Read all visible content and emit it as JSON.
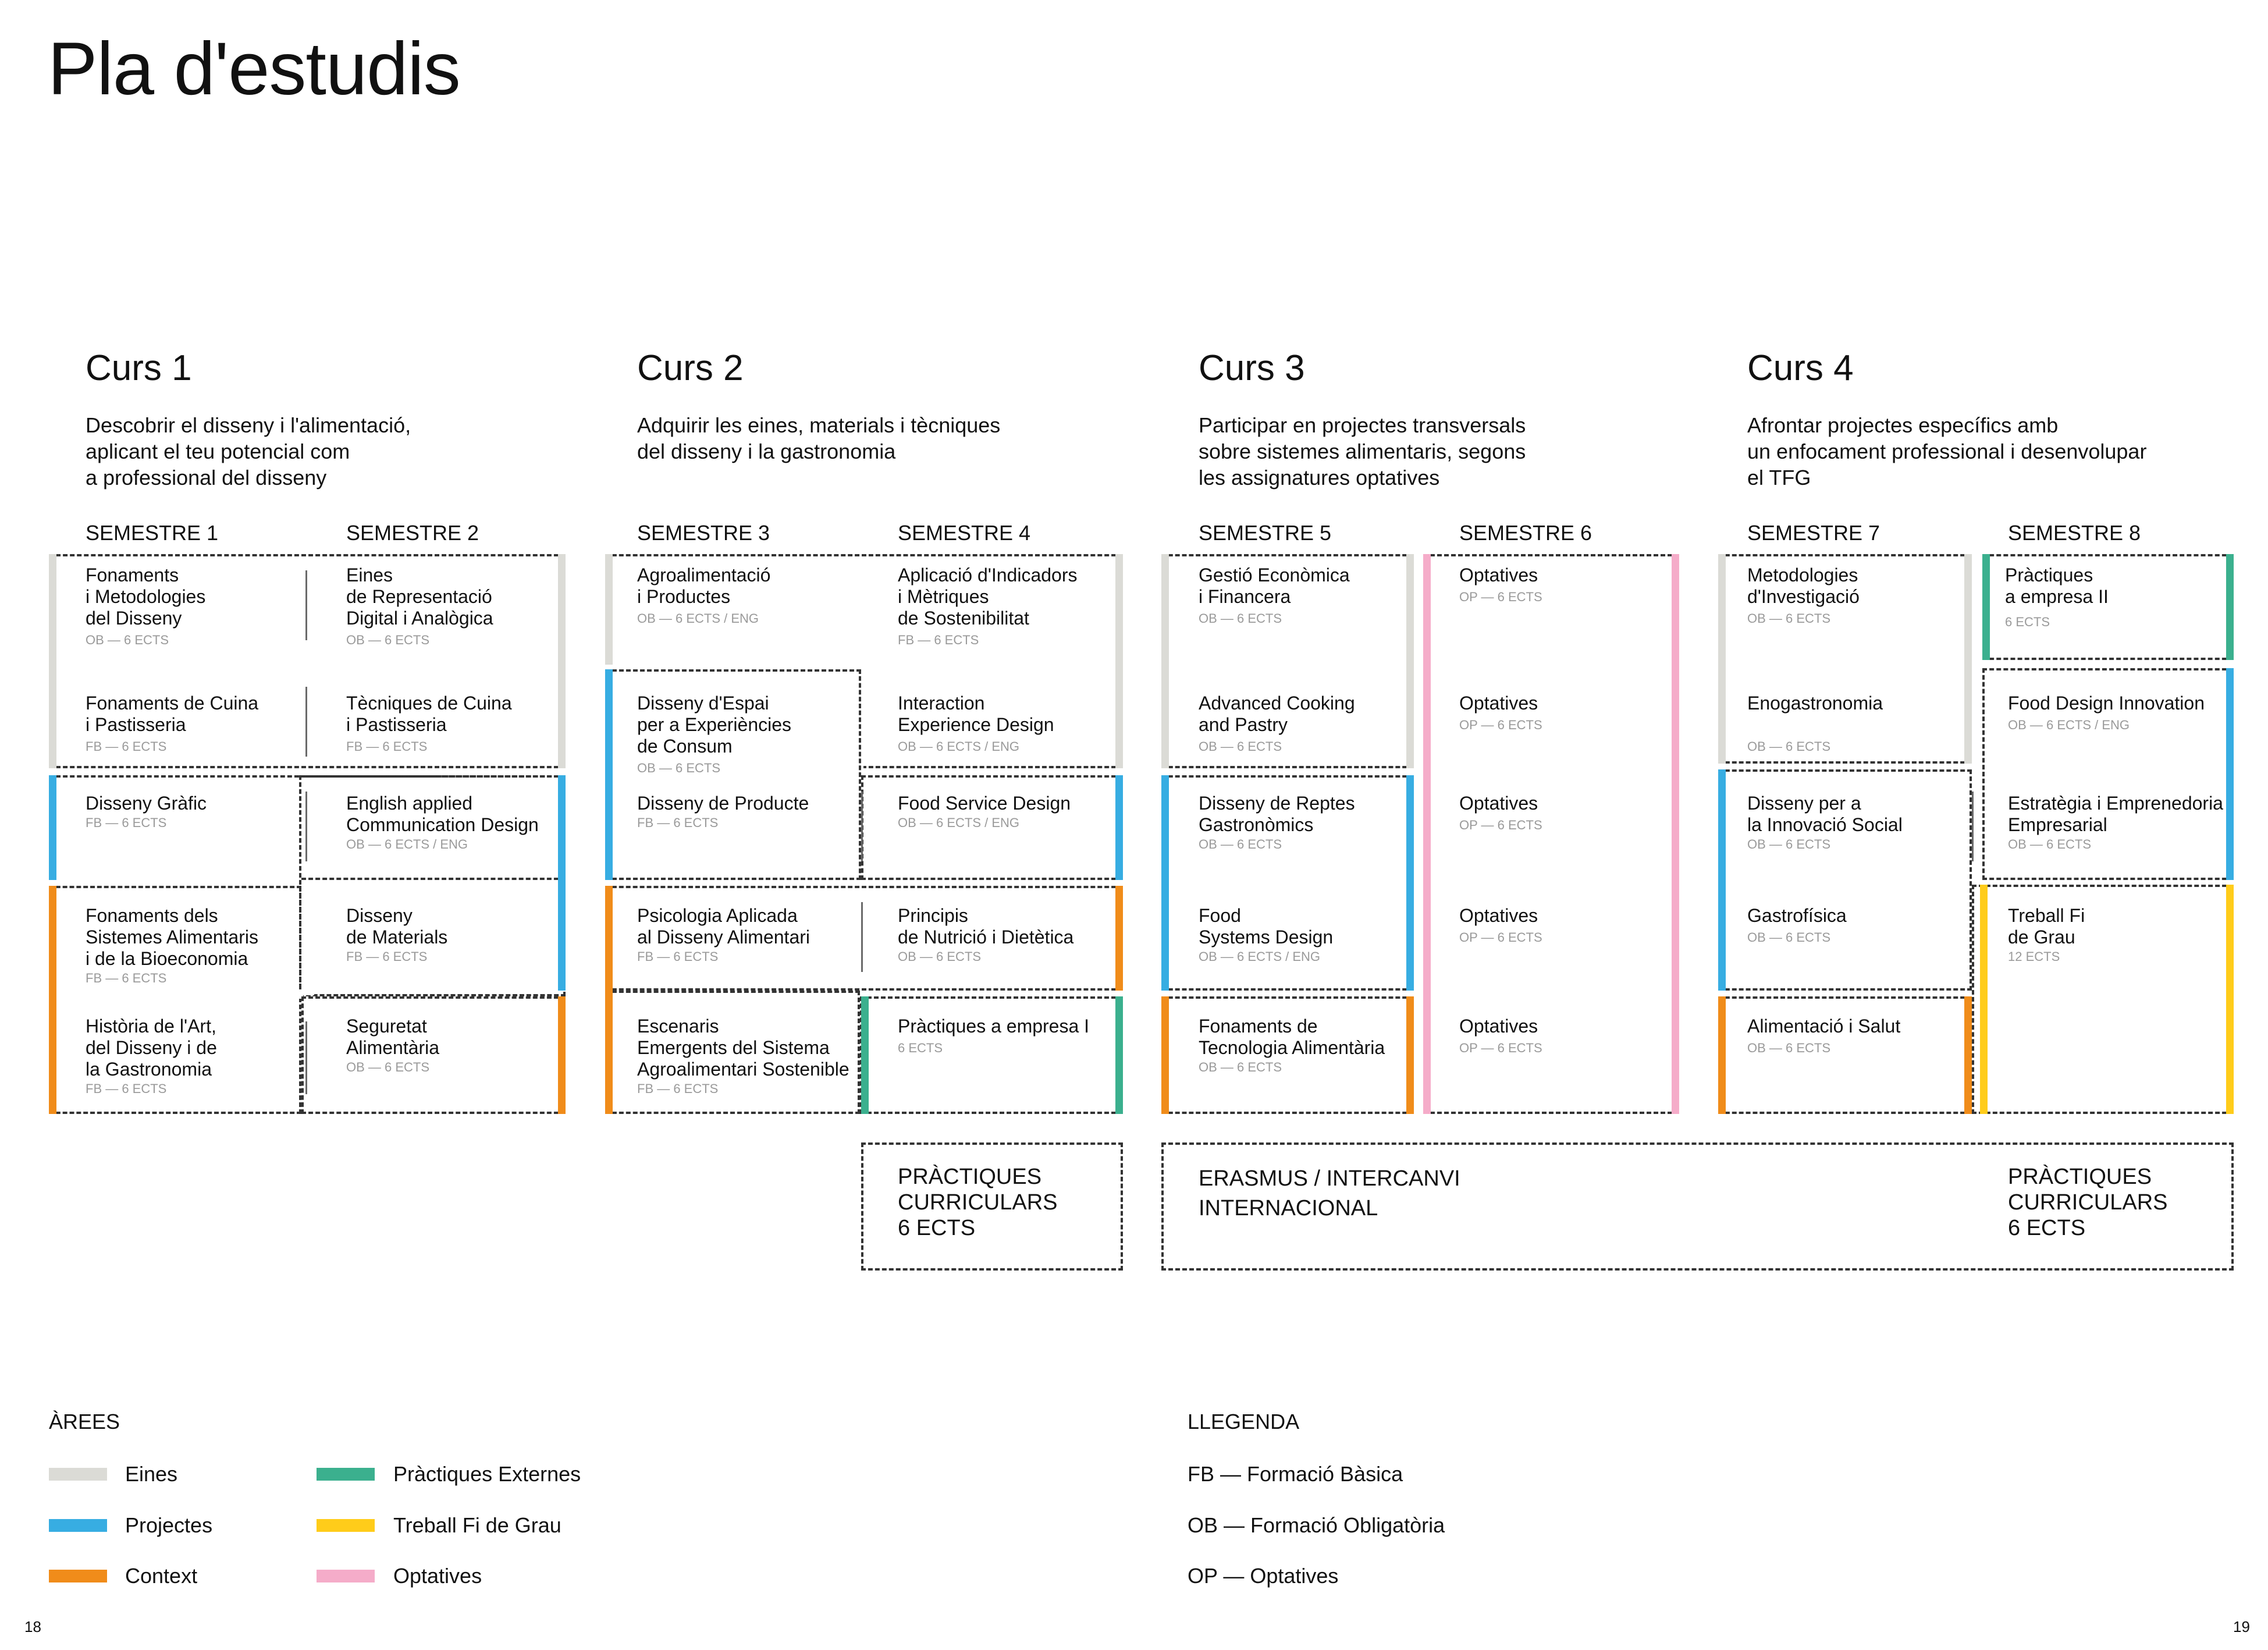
{
  "title": "Pla d'estudis",
  "colors": {
    "eines": "#dbdbd6",
    "projectes": "#37ade2",
    "context": "#f08c1a",
    "practiques": "#3bb08e",
    "tfg": "#ffcc1a",
    "optatives": "#f5acc9"
  },
  "years": [
    {
      "title": "Curs 1",
      "description": "Descobrir el disseny i l'alimentació,\naplicant el teu potencial com\na professional del disseny",
      "semesters": [
        "SEMESTRE 1",
        "SEMESTRE 2"
      ]
    },
    {
      "title": "Curs 2",
      "description": "Adquirir les eines, materials i tècniques\ndel disseny i la gastronomia",
      "semesters": [
        "SEMESTRE 3",
        "SEMESTRE 4"
      ]
    },
    {
      "title": "Curs 3",
      "description": "Participar en projectes transversals\nsobre sistemes alimentaris, segons\nles assignatures optatives",
      "semesters": [
        "SEMESTRE 5",
        "SEMESTRE 6"
      ]
    },
    {
      "title": "Curs 4",
      "description": "Afrontar projectes específics amb\nun enfocament professional i desenvolupar\nel TFG",
      "semesters": [
        "SEMESTRE 7",
        "SEMESTRE 8"
      ]
    }
  ],
  "courses": [
    {
      "name": "Fonaments\ni Metodologies\ndel Disseny",
      "meta": "OB — 6 ECTS"
    },
    {
      "name": "Fonaments de Cuina\ni Pastisseria",
      "meta": "FB — 6 ECTS"
    },
    {
      "name": "Disseny Gràfic",
      "meta": "FB — 6 ECTS"
    },
    {
      "name": "Fonaments dels\nSistemes Alimentaris\ni de la Bioeconomia",
      "meta": "FB — 6 ECTS"
    },
    {
      "name": "Història de l'Art,\ndel Disseny i de\nla Gastronomia",
      "meta": "FB — 6 ECTS"
    },
    {
      "name": "Eines\nde Representació\nDigital i Analògica",
      "meta": "OB — 6 ECTS"
    },
    {
      "name": "Tècniques de Cuina\ni Pastisseria",
      "meta": "FB — 6 ECTS"
    },
    {
      "name": "English applied\nCommunication Design",
      "meta": "OB — 6 ECTS / ENG"
    },
    {
      "name": "Disseny\nde Materials",
      "meta": "FB — 6 ECTS"
    },
    {
      "name": "Seguretat\nAlimentària",
      "meta": "OB — 6 ECTS"
    },
    {
      "name": "Agroalimentació\ni Productes",
      "meta": "OB — 6 ECTS / ENG"
    },
    {
      "name": "Disseny d'Espai\nper a Experiències\nde Consum",
      "meta": "OB — 6 ECTS"
    },
    {
      "name": "Disseny de Producte",
      "meta": "FB — 6 ECTS"
    },
    {
      "name": "Psicologia Aplicada\nal Disseny Alimentari",
      "meta": "FB — 6 ECTS"
    },
    {
      "name": "Escenaris\nEmergents del Sistema\nAgroalimentari Sostenible",
      "meta": "FB — 6 ECTS"
    },
    {
      "name": "Aplicació d'Indicadors\ni Mètriques\nde Sostenibilitat",
      "meta": "FB — 6 ECTS"
    },
    {
      "name": "Interaction\nExperience Design",
      "meta": "OB — 6 ECTS / ENG"
    },
    {
      "name": "Food Service Design",
      "meta": "OB — 6 ECTS / ENG"
    },
    {
      "name": "Principis\nde Nutrició i Dietètica",
      "meta": "OB — 6 ECTS"
    },
    {
      "name": "Pràctiques a empresa I",
      "meta": "6 ECTS"
    },
    {
      "name": "Gestió Econòmica\ni Financera",
      "meta": "OB — 6 ECTS"
    },
    {
      "name": "Advanced Cooking\nand Pastry",
      "meta": "OB — 6 ECTS"
    },
    {
      "name": "Disseny de Reptes\nGastronòmics",
      "meta": "OB — 6 ECTS"
    },
    {
      "name": "Food\nSystems Design",
      "meta": "OB — 6 ECTS / ENG"
    },
    {
      "name": "Fonaments de\nTecnologia Alimentària",
      "meta": "OB — 6 ECTS"
    },
    {
      "name": "Optatives",
      "meta": "OP — 6 ECTS"
    },
    {
      "name": "Optatives",
      "meta": "OP — 6 ECTS"
    },
    {
      "name": "Optatives",
      "meta": "OP — 6 ECTS"
    },
    {
      "name": "Optatives",
      "meta": "OP — 6 ECTS"
    },
    {
      "name": "Optatives",
      "meta": "OP — 6 ECTS"
    },
    {
      "name": "Metodologies\nd'Investigació",
      "meta": "OB — 6 ECTS"
    },
    {
      "name": "Enogastronomia",
      "meta": "OB — 6 ECTS"
    },
    {
      "name": "Disseny per a\nla Innovació Social",
      "meta": "OB — 6 ECTS"
    },
    {
      "name": "Gastrofísica",
      "meta": "OB — 6 ECTS"
    },
    {
      "name": "Alimentació i Salut",
      "meta": "OB — 6 ECTS"
    },
    {
      "name": "Pràctiques\na empresa II",
      "meta": "6 ECTS"
    },
    {
      "name": "Food Design Innovation",
      "meta": "OB — 6 ECTS / ENG"
    },
    {
      "name": "Estratègia i Emprenedoria\nEmpresarial",
      "meta": "OB — 6 ECTS"
    },
    {
      "name": "Treball Fi\nde Grau",
      "meta": "12 ECTS"
    }
  ],
  "extras": {
    "practiques_curriculars_1": "PRÀCTIQUES\nCURRICULARS\n6 ECTS",
    "erasmus": "ERASMUS / INTERCANVI\nINTERNACIONAL",
    "practiques_curriculars_2": "PRÀCTIQUES\nCURRICULARS\n6 ECTS"
  },
  "areas": {
    "heading": "ÀREES",
    "items": [
      {
        "label": "Eines",
        "color": "#dbdbd6"
      },
      {
        "label": "Projectes",
        "color": "#37ade2"
      },
      {
        "label": "Context",
        "color": "#f08c1a"
      },
      {
        "label": "Pràctiques Externes",
        "color": "#3bb08e"
      },
      {
        "label": "Treball Fi de Grau",
        "color": "#ffcc1a"
      },
      {
        "label": "Optatives",
        "color": "#f5acc9"
      }
    ]
  },
  "legend": {
    "heading": "LLEGENDA",
    "items": [
      "FB — Formació Bàsica",
      "OB — Formació Obligatòria",
      "OP — Optatives"
    ]
  },
  "page_numbers": {
    "left": "18",
    "right": "19"
  }
}
